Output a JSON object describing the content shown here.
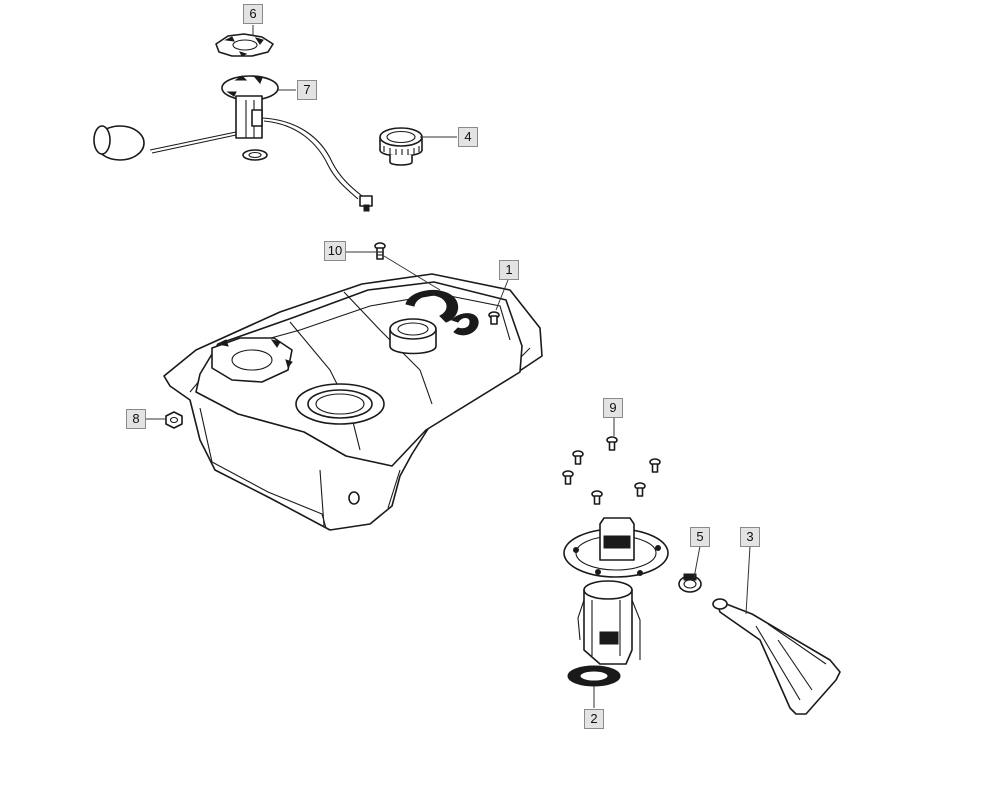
{
  "callouts": [
    {
      "id": "1",
      "label": "1",
      "part": "fuel-tank"
    },
    {
      "id": "2",
      "label": "2",
      "part": "fuel-pump-gasket"
    },
    {
      "id": "3",
      "label": "3",
      "part": "fuel-hose"
    },
    {
      "id": "4",
      "label": "4",
      "part": "fuel-cap"
    },
    {
      "id": "5",
      "label": "5",
      "part": "hose-clamp"
    },
    {
      "id": "6",
      "label": "6",
      "part": "lock-ring"
    },
    {
      "id": "7",
      "label": "7",
      "part": "fuel-level-sender"
    },
    {
      "id": "8",
      "label": "8",
      "part": "nut"
    },
    {
      "id": "9",
      "label": "9",
      "part": "pump-screws"
    },
    {
      "id": "10",
      "label": "10",
      "part": "tank-bolt"
    }
  ],
  "colors": {
    "line": "#1a1a1a",
    "callout_bg": "#e3e3e3",
    "callout_border": "#8a8a8a"
  }
}
